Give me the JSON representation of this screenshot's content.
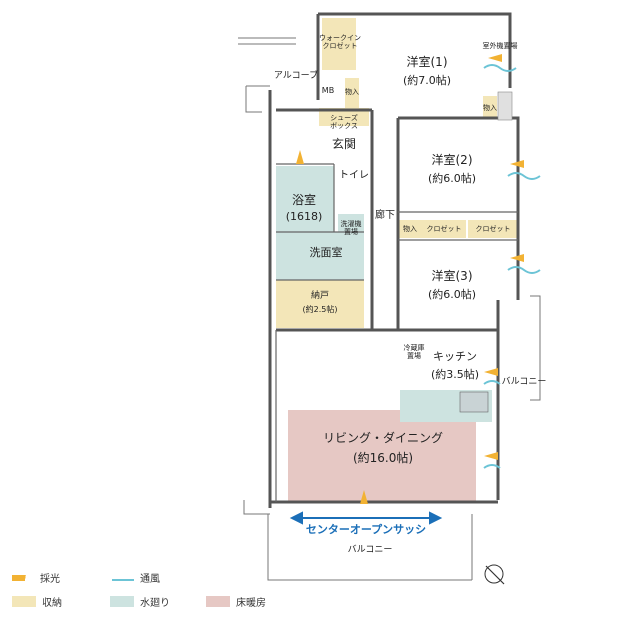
{
  "rooms": {
    "western1": {
      "name": "洋室(1)",
      "size": "(約7.0帖)"
    },
    "western2": {
      "name": "洋室(2)",
      "size": "(約6.0帖)"
    },
    "western3": {
      "name": "洋室(3)",
      "size": "(約6.0帖)"
    },
    "walkin": "ウォークイン\nクロゼット",
    "outdoor_unit": "室外機置場",
    "alcove": "アルコーブ",
    "mb": "MB",
    "storage": "物入",
    "shoes_box": "シューズ\nボックス",
    "entrance": "玄関",
    "toilet": "トイレ",
    "bath": {
      "name": "浴室",
      "size": "(1618)"
    },
    "washer": "洗濯機\n置場",
    "washroom": "洗面室",
    "corridor": "廊下",
    "closet": "クロゼット",
    "nando": {
      "name": "納戸",
      "size": "(約2.5帖)"
    },
    "fridge": "冷蔵庫\n置場",
    "kitchen": {
      "name": "キッチン",
      "size": "(約3.5帖)"
    },
    "living": {
      "name": "リビング・ダイニング",
      "size": "(約16.0帖)"
    },
    "balcony_side": "バルコニー",
    "balcony_main": "バルコニー",
    "center_sash": "センターオープンサッシ"
  },
  "legend": {
    "light": "採光",
    "wind": "通風",
    "storage": "収納",
    "water": "水廻り",
    "floor_heat": "床暖房"
  },
  "colors": {
    "storage": "#f3e6b8",
    "water": "#cde3e0",
    "floor_heat": "#e6c8c4",
    "wall": "#555555",
    "arrow_blue": "#1b6fb8",
    "light_arrow": "#f2b233",
    "wind_wave": "#6cc4d6"
  }
}
